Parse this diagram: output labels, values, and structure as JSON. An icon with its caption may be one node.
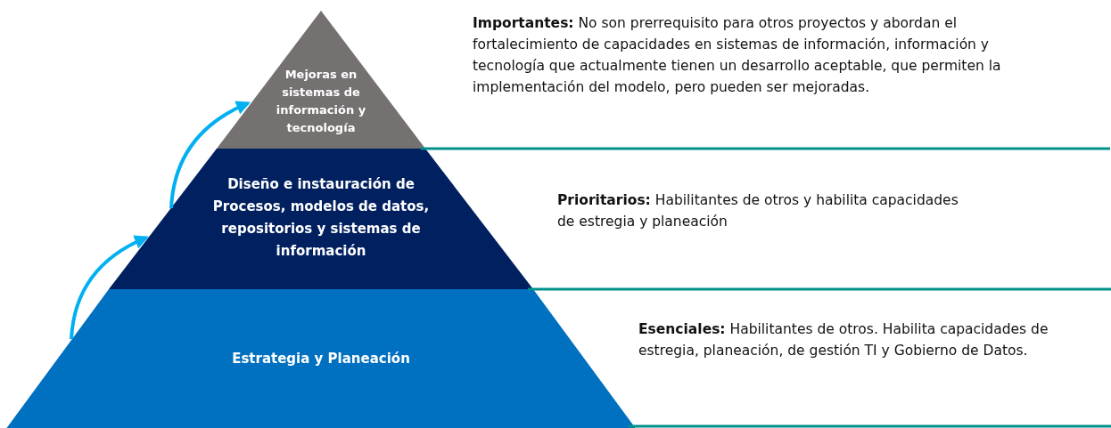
{
  "diagram": {
    "nodes": [
      {
        "text": [
          "Mejoras en sistemas de información y tecnología"
        ],
        "beside": [
          "**Importantes:** No son prerrequisito para otros proyectos y abordan el fortalecimiento de capacidades en sistemas de información, información y tecnología que actualmente tienen un desarrollo aceptable, que permiten la implementación del modelo, pero pueden ser mejoradas."
        ]
      },
      {
        "text": [
          "Diseño e instauración de Procesos, modelos de datos, repositorios y sistemas de información"
        ],
        "beside": [
          "**Prioritarios:** Habilitantes de otros y habilita capacidades de estregia y planeación"
        ]
      },
      {
        "text": [
          "Estrategia y Planeación"
        ],
        "beside": [
          "**Esenciales:** Habilitantes de otros. Habilita capacidades de estregia, planeación, de gestión TI y Gobierno de Datos."
        ]
      }
    ],
    "edges": [
      {
        "from": 2,
        "to": 1,
        "arrow": "to"
      },
      {
        "from": 1,
        "to": 0,
        "arrow": "to"
      }
    ]
  }
}
